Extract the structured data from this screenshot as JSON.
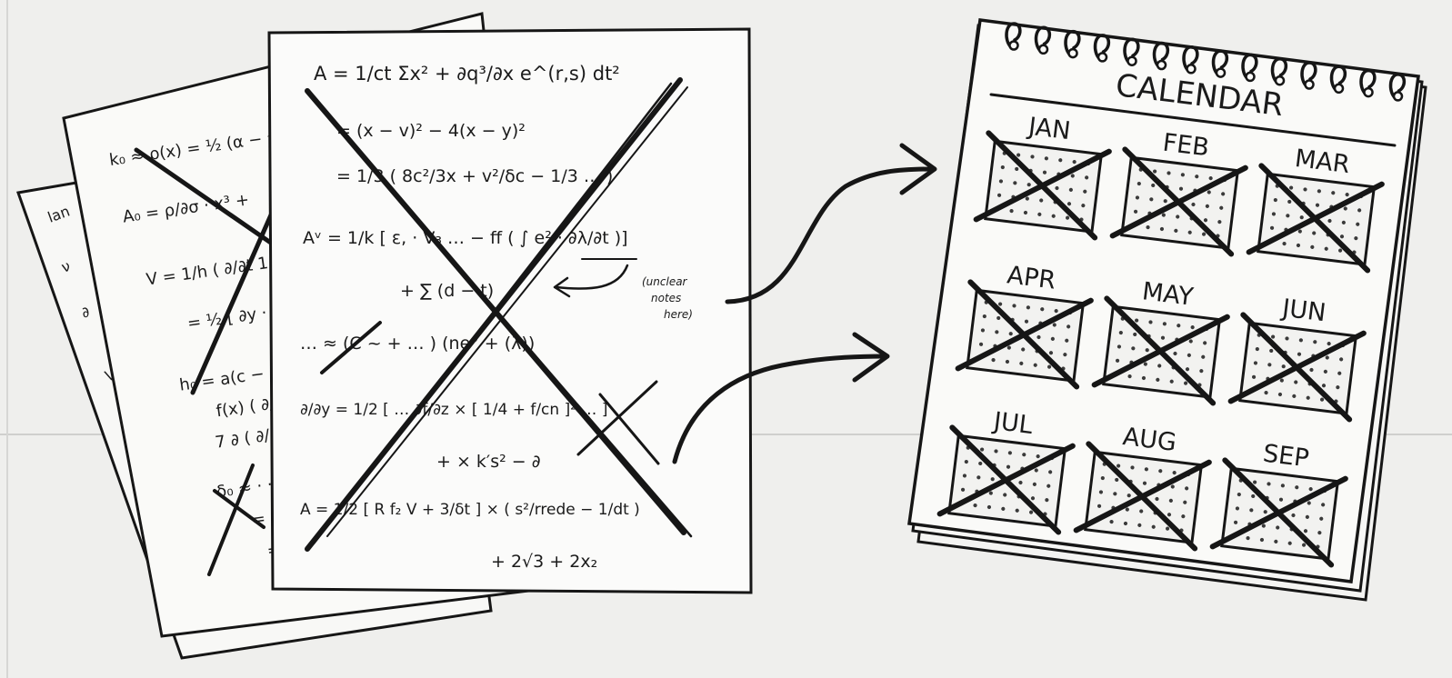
{
  "calendar": {
    "title": "CALENDAR",
    "months": [
      "JAN",
      "FEB",
      "MAR",
      "APR",
      "MAY",
      "JUN",
      "JUL",
      "AUG",
      "SEP"
    ],
    "month_crossed_out": true
  },
  "paper": {
    "equations": [
      "A = 1/ct Σx² + ∂q³/∂x e^(r,s) dt²",
      "= (x − v)² − 4(x − y)²",
      "= 1/3 ( 8c²/3x + v²/δc − 1/3 … )",
      "Aᵛ = 1/k [ ε, · V₃ … − ff ( ∫ e² · ∂λ/∂t )]",
      "+ ∑ (d − t)",
      "… ≈ (C ~ + … ) (ne° + (λ))",
      "∂/∂y = 1/2 [ … ∂f/∂z × [ 1/4 + f/cn ]² … ]",
      "+ × k′s² − ∂",
      "A = 1/2 [ R f₂ V + 3/δt ] × ( s²/rrede − 1/dt )",
      "+ 2√3 + 2x₂"
    ],
    "annotation": [
      "(unclear",
      "notes",
      "here)"
    ],
    "crossed_out": true
  },
  "colors": {
    "background": "#efefed",
    "ink": "#161616",
    "paper": "#fbfbfa"
  }
}
